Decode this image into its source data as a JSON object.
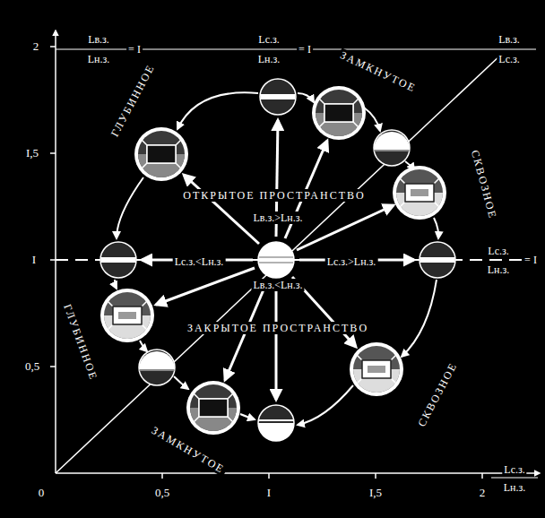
{
  "diagram": {
    "labels": [
      "2",
      "Lв.з.",
      "Lн.з.",
      "= I",
      "Lс.з.",
      "Lн.з.",
      "= I",
      "Lв.з.",
      "Lс.з.",
      "ГЛУБИННОЕ",
      "ЗАМКНУТОЕ",
      "СКВОЗНОЕ",
      "I,5",
      "ОТКРЫТОЕ ПРОСТРАНСТВО",
      "Lв.з.>Lн.з.",
      "I",
      "Lс.з.<Lн.з.",
      "Lс.з.>Lн.з.",
      "Lс.з.",
      "Lн.з.",
      "= I",
      "Lв.з.<Lн.з.",
      "ГЛУБИННОЕ",
      "ЗАКРЫТОЕ ПРОСТРАНСТВО",
      "0,5",
      "СКВОЗНОЕ",
      "ЗАМКНУТОЕ",
      "0",
      "0,5",
      "I",
      "I,5",
      "2",
      "Lс.з.",
      "Lн.з."
    ]
  }
}
